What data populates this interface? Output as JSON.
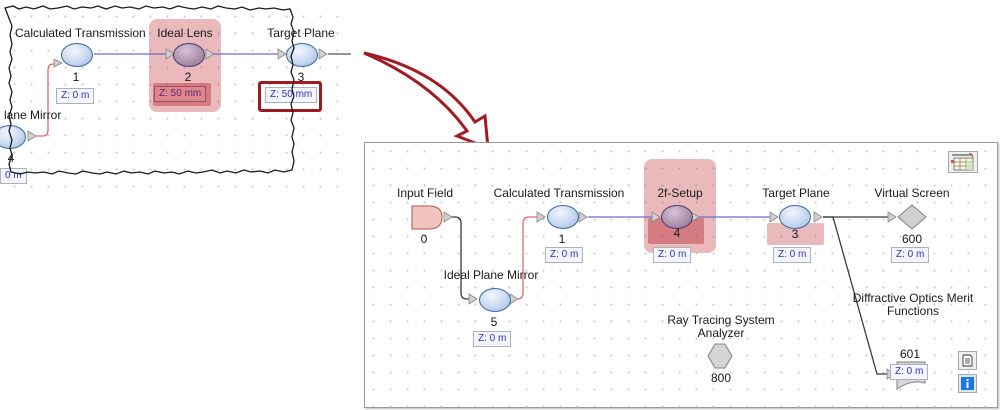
{
  "inset": {
    "nodes": [
      {
        "id": "calc-transmission",
        "label": "Calculated Transmission",
        "number": "1",
        "z": "Z: 0 m"
      },
      {
        "id": "ideal-lens",
        "label": "Ideal Lens",
        "number": "2",
        "z": "Z: 50 mm",
        "highlighted": true
      },
      {
        "id": "target-plane",
        "label": "Target Plane",
        "number": "3",
        "z": "Z: 50 mm",
        "z_emphasized": true
      },
      {
        "id": "plane-mirror",
        "label": "lane Mirror",
        "number": "4",
        "z": "0 m"
      }
    ]
  },
  "main": {
    "nodes": [
      {
        "id": "input-field",
        "label": "Input Field",
        "number": "0"
      },
      {
        "id": "calc-transmission",
        "label": "Calculated Transmission",
        "number": "1",
        "z": "Z: 0 m"
      },
      {
        "id": "setup-2f",
        "label": "2f-Setup",
        "number": "4",
        "z": "Z: 0 m",
        "highlighted": true
      },
      {
        "id": "target-plane",
        "label": "Target Plane",
        "number": "3",
        "z": "Z: 0 m"
      },
      {
        "id": "virtual-screen",
        "label": "Virtual Screen",
        "number": "600",
        "z": "Z: 0 m"
      },
      {
        "id": "ideal-plane-mirror",
        "label": "Ideal Plane Mirror",
        "number": "5",
        "z": "Z: 0 m"
      },
      {
        "id": "ray-tracing-analyzer",
        "label_line1": "Ray Tracing System",
        "label_line2": "Analyzer",
        "number": "800"
      },
      {
        "id": "diffractive-merit",
        "label_line1": "Diffractive Optics Merit",
        "label_line2": "Functions",
        "number": "601",
        "z": "Z: 0 m"
      }
    ],
    "icons": {
      "table_view": "table-view-icon",
      "document": "document-icon",
      "info": "info-icon"
    }
  },
  "colors": {
    "highlight": "#c84650",
    "arrow": "#a31b22",
    "blue_wire": "#6a6ad8",
    "red_wire": "#e06a6a",
    "dark_wire": "#3a3a3a"
  }
}
